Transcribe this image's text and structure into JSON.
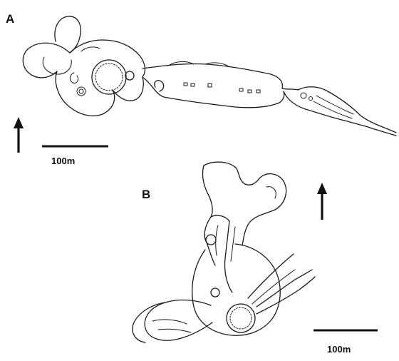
{
  "panels": [
    {
      "label": "A",
      "scale_bar_text": "100m"
    },
    {
      "label": "B",
      "scale_bar_text": "100m"
    }
  ],
  "colors": {
    "ink": "#1a1a1a",
    "background": "#ffffff"
  },
  "icons": {
    "north_arrow": "north-arrow-icon"
  }
}
